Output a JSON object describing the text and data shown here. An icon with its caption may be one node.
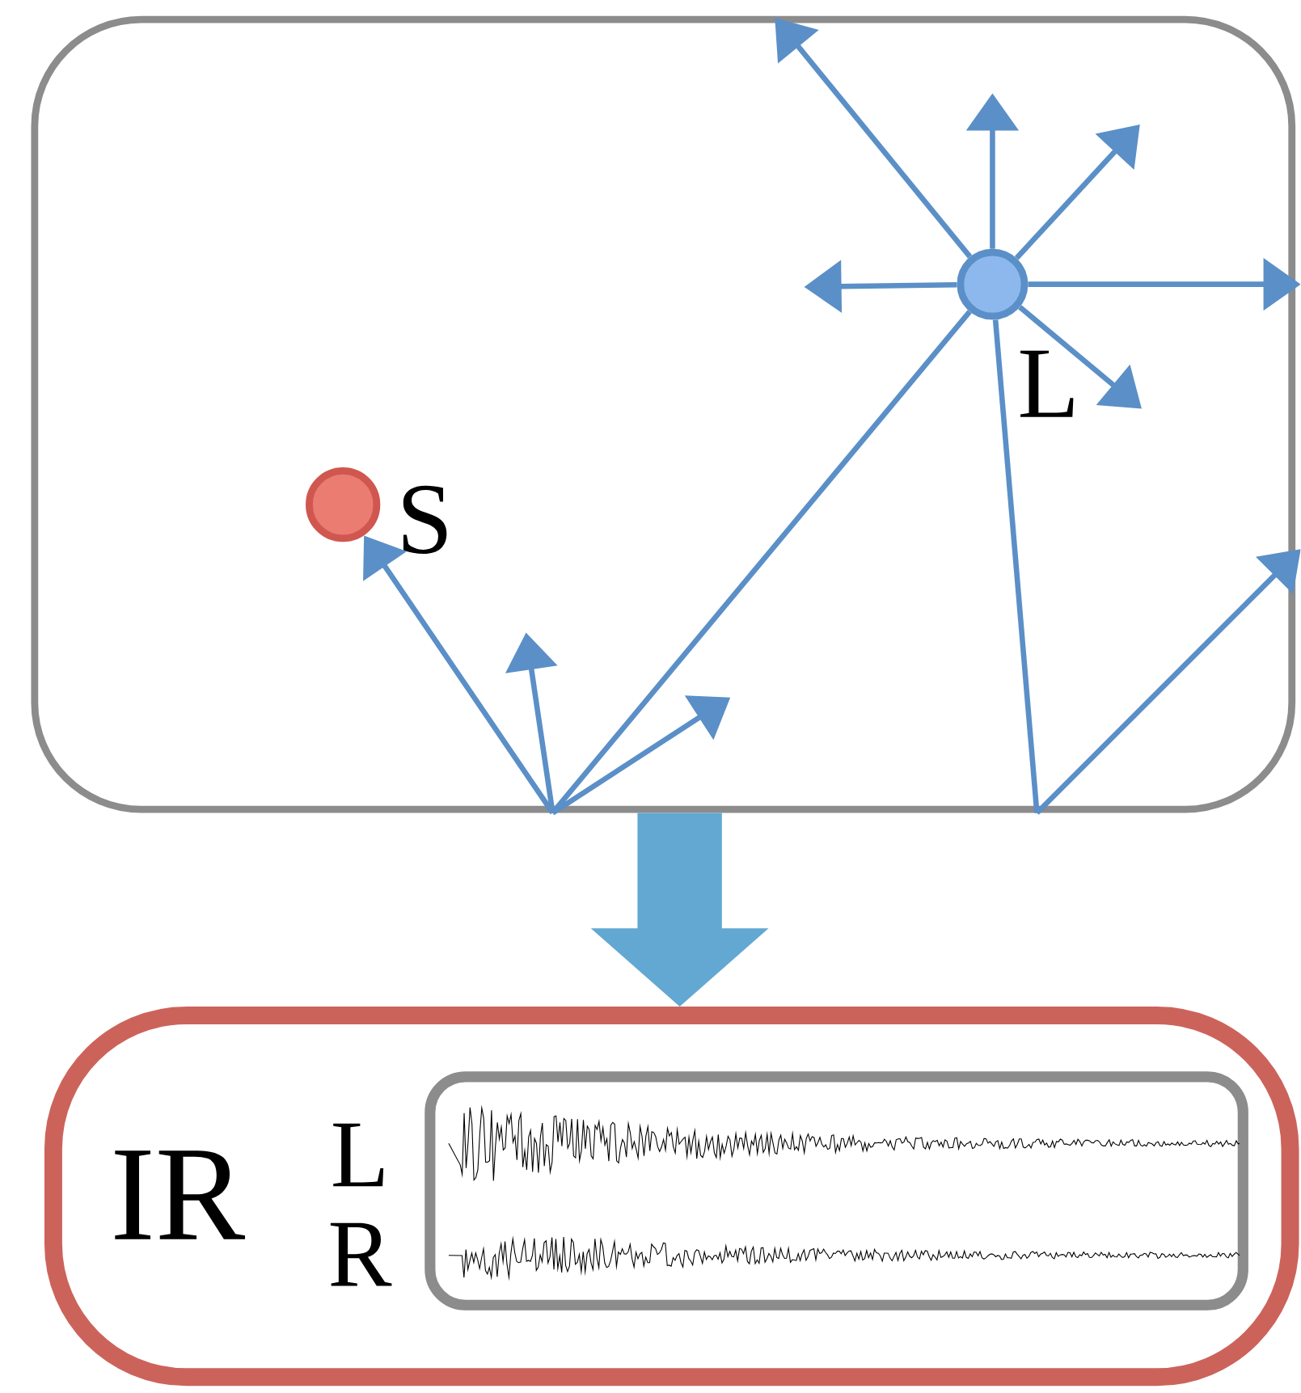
{
  "diagram": {
    "nodes": [
      {
        "text": [],
        "shape": "box"
      },
      {
        "text": [],
        "shape": "circle",
        "beside": [
          "L"
        ],
        "in": 0
      },
      {
        "text": [],
        "shape": "circle",
        "beside": [
          "S"
        ],
        "in": 0
      },
      {
        "text": [
          "IR"
        ]
      },
      {
        "text": [],
        "shape": "box",
        "beside": [
          "L",
          "R"
        ],
        "in": 3
      }
    ],
    "edges": [
      {
        "from": 1,
        "to": null,
        "arrow": "to"
      },
      {
        "from": 1,
        "to": null,
        "arrow": "to"
      },
      {
        "from": 1,
        "to": null,
        "arrow": "to"
      },
      {
        "from": 1,
        "to": null,
        "arrow": "to"
      },
      {
        "from": 1,
        "to": null,
        "arrow": "to"
      },
      {
        "from": 1,
        "to": null,
        "arrow": "to"
      },
      {
        "from": 1,
        "to": 0,
        "arrow": "none"
      },
      {
        "from": 1,
        "to": 0,
        "arrow": "none"
      },
      {
        "from": 0,
        "to": 2,
        "arrow": "to"
      },
      {
        "from": 0,
        "to": null,
        "arrow": "to"
      },
      {
        "from": 0,
        "to": null,
        "arrow": "to"
      },
      {
        "from": 0,
        "to": null,
        "arrow": "to"
      },
      {
        "from": 0,
        "to": 3,
        "arrow": "to",
        "style": "thick",
        "color": "#62a8d2"
      }
    ]
  }
}
